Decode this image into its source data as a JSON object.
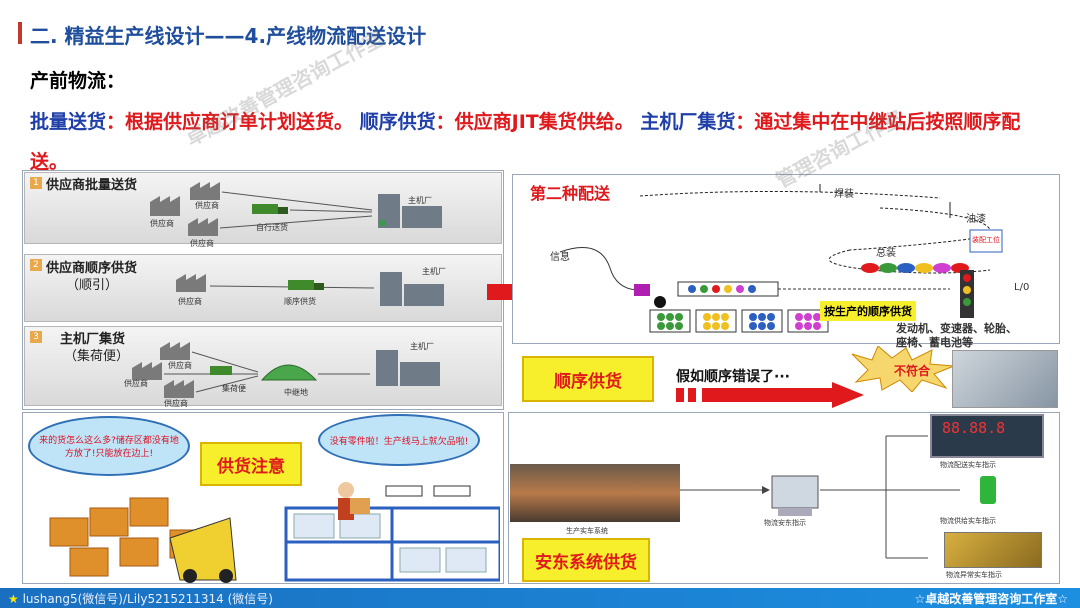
{
  "header": {
    "title": "二. 精益生产线设计——4.产线物流配送设计"
  },
  "intro": {
    "subtitle": "产前物流：",
    "term1": "批量送货",
    "def1": "：根据供应商订单计划送货。",
    "term2": "顺序供货",
    "def2": "：供应商JIT集货供给。",
    "term3": "主机厂集货",
    "def3": "：通过集中在中继站后按照顺序配送。"
  },
  "left_panel": {
    "steps": [
      {
        "num": "1",
        "title": "供应商批量送货",
        "labels": [
          "供应商",
          "供应商",
          "供应商",
          "自行送货",
          "主机厂"
        ]
      },
      {
        "num": "2",
        "title": "供应商顺序供货",
        "subtitle": "（顺引）",
        "labels": [
          "供应商",
          "顺序供货",
          "主机厂"
        ]
      },
      {
        "num": "3",
        "title": "主机厂集货",
        "subtitle": "（集荷便）",
        "labels": [
          "供应商",
          "供应商",
          "供应商",
          "集荷便",
          "中继地",
          "主机厂"
        ]
      }
    ]
  },
  "right_panel": {
    "title": "第二种配送",
    "labels": {
      "weld": "焊装",
      "paint": "油漆",
      "final": "总装",
      "info": "信息",
      "lo": "L/0",
      "prep": "装配工位",
      "seq": "按生产的顺序供货",
      "parts1": "发动机、变速器、轮胎、",
      "parts2": "座椅、蓄电池等"
    },
    "seq_box": "顺序供货",
    "error_text": "假如顺序错误了···",
    "burst": "不符合"
  },
  "bottom_left": {
    "cloud1": "来的货怎么这么多?储存区都没有地方放了!只能放在边上!",
    "cloud2": "没有零件啦！生产线马上就欠品啦!",
    "box": "供货注意"
  },
  "bottom_right": {
    "screen_label": "生产实车系统",
    "monitor_label": "物流安东指示",
    "panel1": "物流配送实车指示",
    "panel2": "物流供给实车指示",
    "panel3": "物流异常实车指示",
    "box": "安东系统供货"
  },
  "footer": {
    "left": "lushang5(微信号)/Lily5215211314 (微信号)",
    "right": "☆卓越改善管理咨询工作室☆"
  },
  "watermarks": [
    "卓越改善管理咨询工作室",
    "管理咨询工作室"
  ],
  "colors": {
    "title": "#1f4e9c",
    "term": "#1f3ea8",
    "definition": "#e0191c",
    "footer": "#1a6fc0"
  }
}
